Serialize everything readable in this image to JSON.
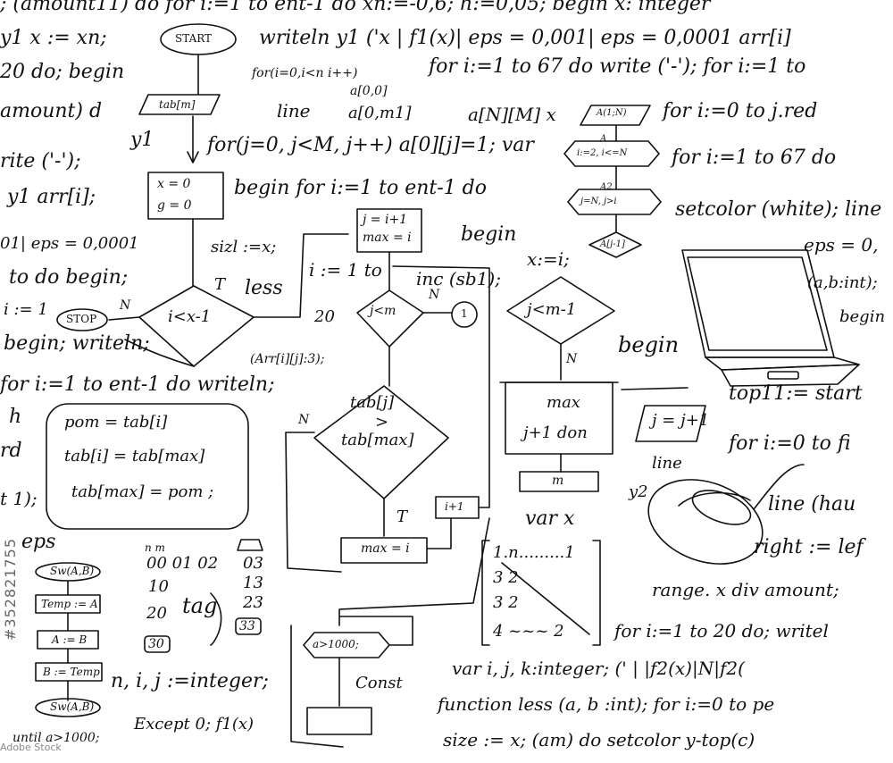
{
  "code_lines": [
    ";  (amount11) do    for i:=1 to ent-1 do xn:=-0,6;  h:=0,05;   begin x: integer",
    "y1   x := xn;",
    "writeln y1  ('x  |  f1(x)|   eps = 0,001| eps = 0,0001  arr[i]",
    "20 do;  begin",
    "for(i=0,i<n  i++)",
    "a[0,0]",
    "for i:=1 to 67 do write ('-');  for i:=1 to",
    "amount) d",
    "line",
    "a[0,m1]",
    "a[N][M]   x",
    "for i:=0 to j.red",
    "y1",
    "for(j=0, j<M, j++) a[0][j]=1;  var",
    "rite ('-');",
    "for i:=1 to 67 do",
    "y1   arr[i];",
    "begin  for i:=1 to ent-1 do",
    "setcolor (white); line",
    "01| eps = 0,0001",
    "sizl :=x;",
    "begin",
    "x:=i;",
    "eps = 0,",
    "to do begin;",
    "i := 1  to",
    "inc (sb1);",
    "(a,b:int);",
    "i := 1",
    "begin",
    "begin; writeln;",
    "(Arr[i][j]:3);",
    "begin",
    "for i:=1 to ent-1 do    writeln;",
    "top11:= start",
    "for i:=0 to fi",
    "line",
    "line (hau",
    "right := lef",
    "range. x div amount;",
    "for i:=1 to 20 do; writel",
    "var i, j, k:integer; ('  |  |f2(x)|N|f2(",
    "n, i, j :=integer;",
    "function less (a, b :int);  for i:=0 to pe",
    "Except 0;  f1(x)",
    "until a>1000;",
    "size := x;    (am) do   setcolor y-top(c)",
    "var x",
    "tag",
    "eps",
    "rd",
    "t 1);",
    "h"
  ],
  "flowchart": {
    "start": "START",
    "stop": "STOP",
    "tab": "tab[m]",
    "init1": "x = 0",
    "init2": "g = 0",
    "cond": "i<x-1",
    "true_label": "T",
    "less": "less",
    "n_label": "N",
    "twenty": "20",
    "jm": "j<m",
    "one": "1",
    "assign1": "j = i+1",
    "assign2": "max = i",
    "cmp1": "tab[j]",
    "cmp2": ">",
    "cmp3": "tab[max]",
    "maxi": "max = i",
    "inc": "i+1",
    "t2": "T",
    "a1000": "a>1000;",
    "const": "Const",
    "jm1": "j<m-1",
    "maxbox1": "max",
    "maxbox2": "j+1 don",
    "mbox": "m",
    "jj1": "j = j+1",
    "y2": "y2"
  },
  "swap_block": {
    "l1": "pom = tab[i]",
    "l2": "tab[i] = tab[max]",
    "l3": "tab[max] = pom ;"
  },
  "small_chart": {
    "s1": "Sw(A,B)",
    "s2": "Temp := A",
    "s3": "A := B",
    "s4": "B := Temp",
    "s5": "Sw(A,B)"
  },
  "grid": {
    "header": "n m",
    "row1": "00  01  02",
    "row2": "10",
    "row3": "20",
    "c1": "03",
    "c2": "13",
    "c3": "23",
    "c4": "33",
    "c5": "30"
  },
  "matrix": {
    "r1": "1.n.........1",
    "r2": "3              2",
    "r3": "3              2",
    "r4": "4 ~~~        2"
  },
  "right_chart": {
    "a1": "A(1;N)",
    "a2": "A",
    "a3": "i:=2, i<=N",
    "a4": "A2",
    "a5": "j=N, j>i",
    "a6": "A[j-1]"
  },
  "watermark": "Adobe Stock",
  "stock_id": "#352821755"
}
